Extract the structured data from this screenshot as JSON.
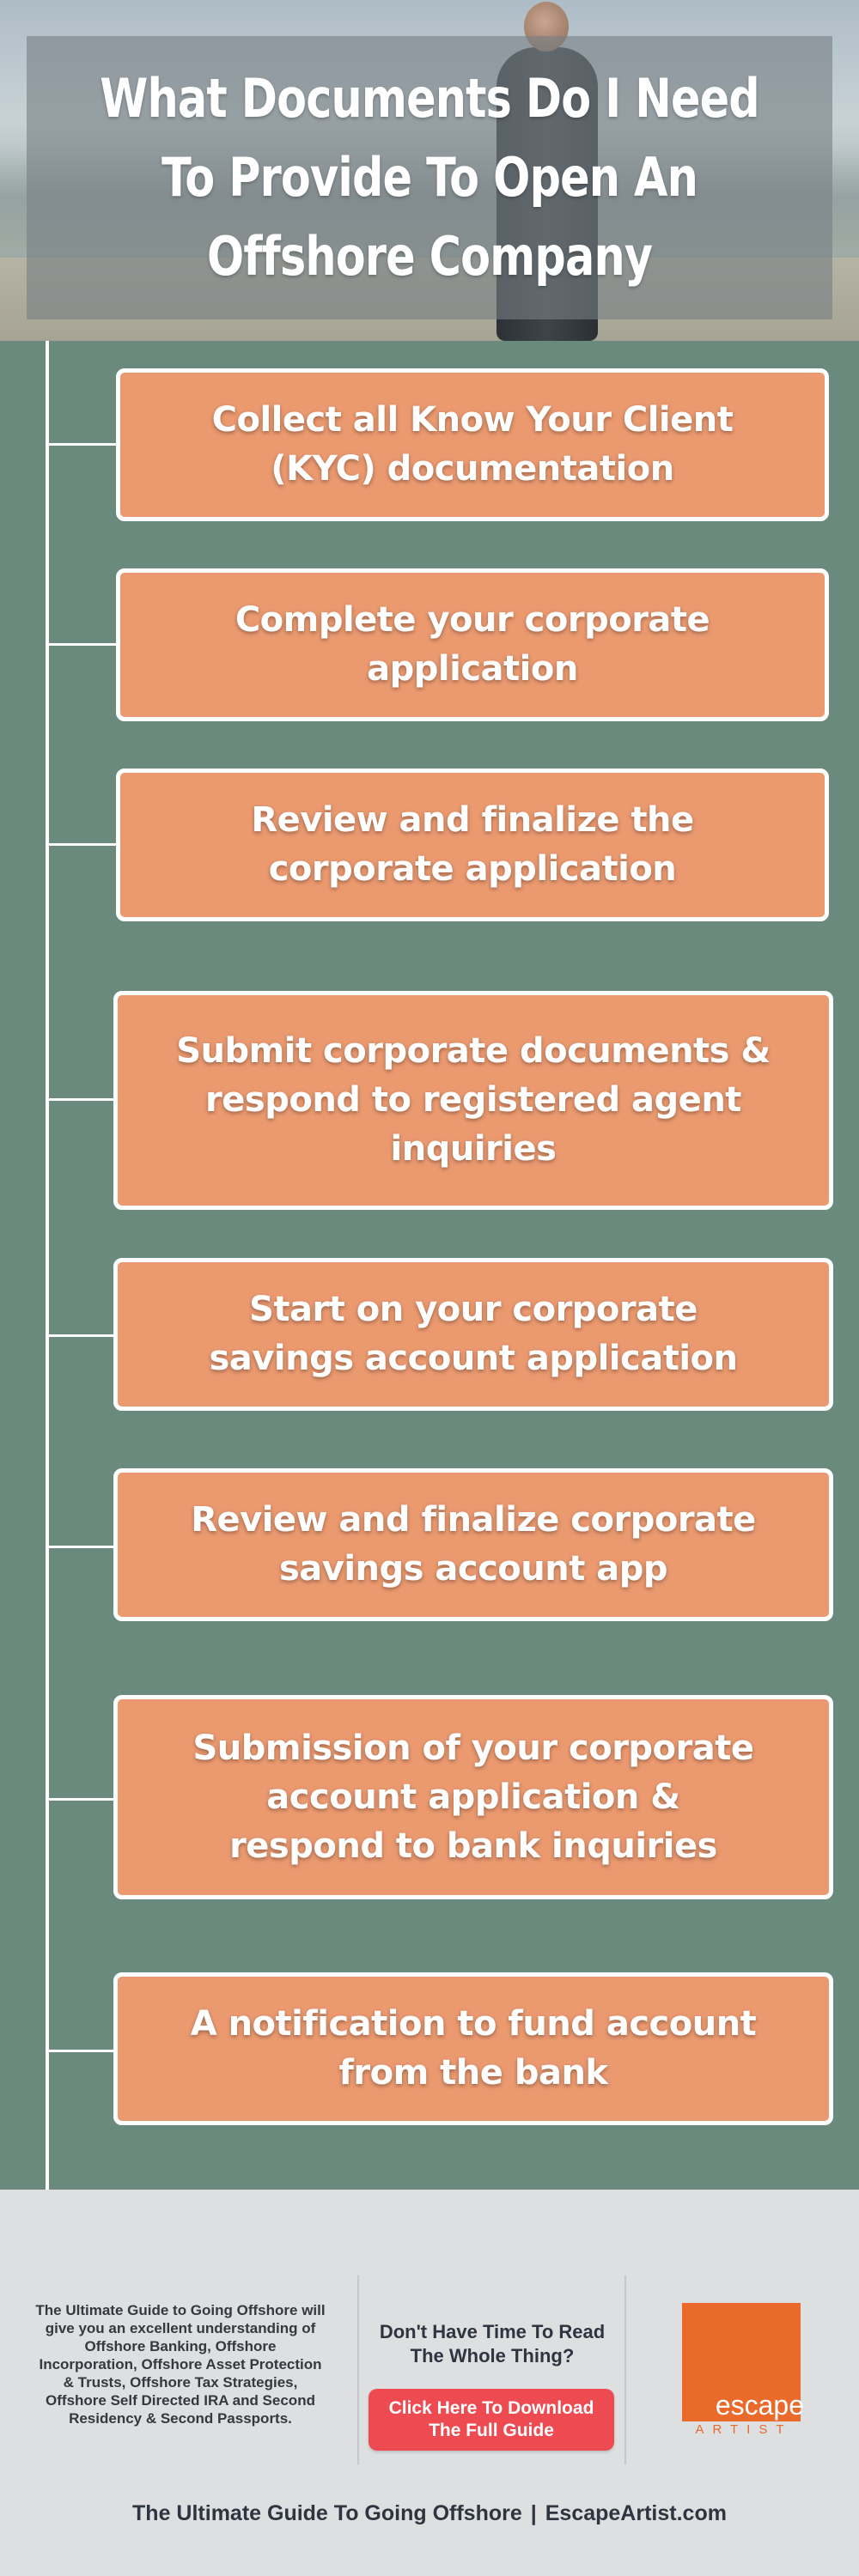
{
  "header": {
    "title": "What Documents Do I Need\nTo Provide To Open An\nOffshore Company"
  },
  "steps": [
    {
      "label": "Collect all Know Your Client\n(KYC) documentation"
    },
    {
      "label": "Complete your corporate\napplication"
    },
    {
      "label": "Review and finalize the\ncorporate application"
    },
    {
      "label": "Submit corporate documents &\nrespond to registered agent\ninquiries"
    },
    {
      "label": "Start on your corporate\nsavings account application"
    },
    {
      "label": "Review and finalize corporate\nsavings account app"
    },
    {
      "label": "Submission of your corporate\naccount application &\nrespond to bank inquiries"
    },
    {
      "label": "A notification to fund account\nfrom the bank"
    }
  ],
  "footer": {
    "guide_description": "The Ultimate Guide to Going Offshore will give you an excellent understanding of Offshore Banking, Offshore Incorporation, Offshore Asset Protection & Trusts, Offshore Tax Strategies, Offshore Self Directed IRA and Second Residency & Second Passports.",
    "cta_question": "Don't Have Time To Read\nThe Whole Thing?",
    "cta_button": "Click Here To Download\nThe Full Guide",
    "logo_top": "escape",
    "logo_bottom": "ARTIST",
    "tagline_left": "The Ultimate Guide To Going Offshore",
    "tagline_sep": "|",
    "tagline_right": "EscapeArtist.com"
  },
  "colors": {
    "background": "#6a8a7d",
    "step_fill": "#eb996f",
    "step_border": "#ffffff",
    "cta_button": "#ee4a51",
    "logo_orange": "#ea6a2c",
    "footer_bg": "#dddfe1"
  }
}
